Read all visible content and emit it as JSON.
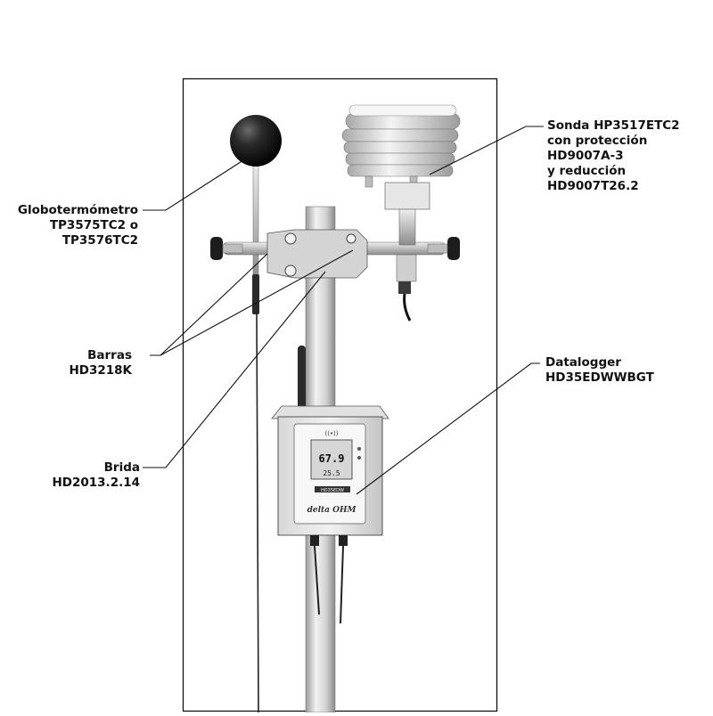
{
  "labels": {
    "globe": [
      "Globotermómetro",
      "TP3575TC2 o",
      "TP3576TC2"
    ],
    "bars": [
      "Barras",
      "HD3218K"
    ],
    "flange": [
      "Brida",
      "HD2013.2.14"
    ],
    "probe": [
      "Sonda HP3517ETC2",
      "con protección",
      "HD9007A-3",
      "y reducción",
      "HD9007T26.2"
    ],
    "datalogger": [
      "Datalogger",
      "HD35EDWWBGT"
    ]
  },
  "device": {
    "reading_1": "67.9",
    "reading_2": "25.5",
    "model_plate": "HD35EDW",
    "brand": "delta OHM"
  },
  "colors": {
    "line": "#111111",
    "metal": "#c9c9c9",
    "globe": "#1a1a1a",
    "lcd": "#d6d6d6"
  }
}
